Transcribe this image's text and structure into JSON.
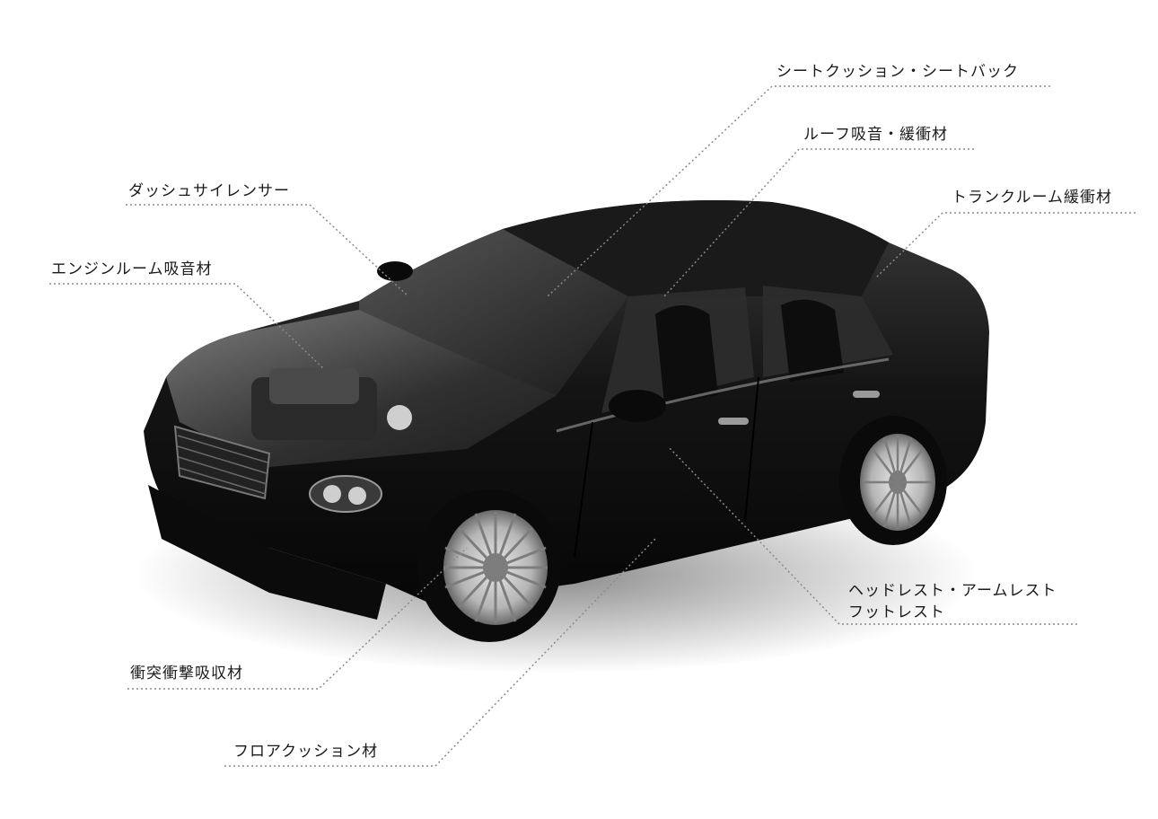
{
  "labels": {
    "seat_cushion": "シートクッション・シートバック",
    "roof": "ルーフ吸音・緩衝材",
    "trunk": "トランクルーム緩衝材",
    "dash": "ダッシュサイレンサー",
    "engine": "エンジンルーム吸音材",
    "headrest_line1": "ヘッドレスト・アームレスト",
    "headrest_line2": "フットレスト",
    "crash": "衝突衝撃吸収材",
    "floor": "フロアクッション材"
  },
  "colors": {
    "leader_line": "#8a8a8a",
    "label_text": "#1a1a1a",
    "car_body": "#161616"
  }
}
